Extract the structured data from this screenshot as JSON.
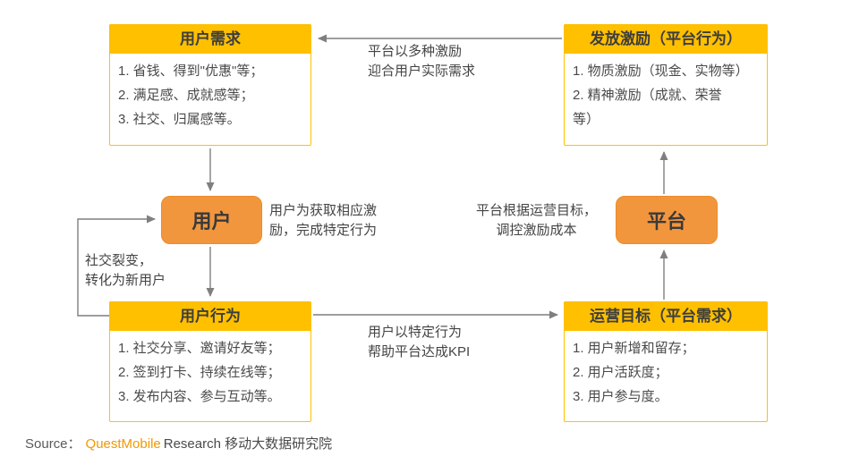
{
  "diagram": {
    "boxes": {
      "user_needs": {
        "title": "用户需求",
        "items": [
          "1. 省钱、得到\"优惠\"等；",
          "2. 满足感、成就感等；",
          "3. 社交、归属感等。"
        ]
      },
      "incentives": {
        "title": "发放激励（平台行为）",
        "items": [
          "1. 物质激励（现金、实物等）",
          "2. 精神激励（成就、荣誉\n等）"
        ]
      },
      "user_behavior": {
        "title": "用户行为",
        "items": [
          "1. 社交分享、邀请好友等；",
          "2. 签到打卡、持续在线等；",
          "3. 发布内容、参与互动等。"
        ]
      },
      "operation_goals": {
        "title": "运营目标（平台需求）",
        "items": [
          "1. 用户新增和留存；",
          "2. 用户活跃度；",
          "3. 用户参与度。"
        ]
      }
    },
    "nodes": {
      "user": "用户",
      "platform": "平台"
    },
    "labels": {
      "incentive_match": [
        "平台以多种激励",
        "迎合用户实际需求"
      ],
      "user_action": [
        "用户为获取相应激",
        "励，完成特定行为"
      ],
      "platform_adjust": [
        "平台根据运营目标，",
        "调控激励成本"
      ],
      "social_fission": [
        "社交裂变，",
        "转化为新用户"
      ],
      "kpi": [
        "用户以特定行为",
        "帮助平台达成KPI"
      ]
    }
  },
  "footer": {
    "source_prefix": "Source：",
    "brand": "QuestMobile",
    "suffix": "Research 移动大数据研究院"
  },
  "colors": {
    "header_yellow": "#FFC000",
    "node_orange": "#F2963E",
    "arrow_gray": "#7F7F7F",
    "brand_orange": "#F39800",
    "text_dark": "#404040"
  }
}
